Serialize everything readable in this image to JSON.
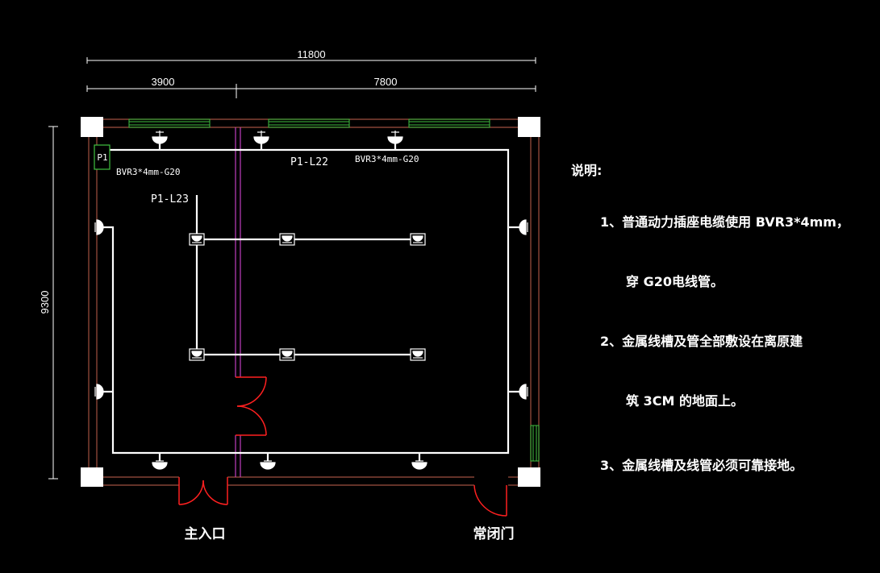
{
  "dimensions": {
    "total_width": "11800",
    "left_width": "3900",
    "right_width": "7800",
    "height": "9300"
  },
  "circuit_labels": {
    "panel": "P1",
    "cable_spec_left": "BVR3*4mm-G20",
    "cable_spec_top": "BVR3*4mm-G20",
    "circuit_l22": "P1-L22",
    "circuit_l23": "P1-L23"
  },
  "doors": {
    "main_entrance": "主入口",
    "normally_closed": "常闭门"
  },
  "notes": {
    "title": "说明:",
    "lines": [
      "1、普通动力插座电缆使用 BVR3*4mm，",
      "穿 G20电线管。",
      "2、金属线槽及管全部敷设在离原建",
      "筑 3CM 的地面上。",
      "3、金属线槽及线管必须可靠接地。"
    ]
  },
  "colors": {
    "background": "#000000",
    "wall": "#a05040",
    "cable": "#ffffff",
    "window": "#40c040",
    "trunk": "#c040c0",
    "door": "#ff2020",
    "column": "#ffffff"
  }
}
